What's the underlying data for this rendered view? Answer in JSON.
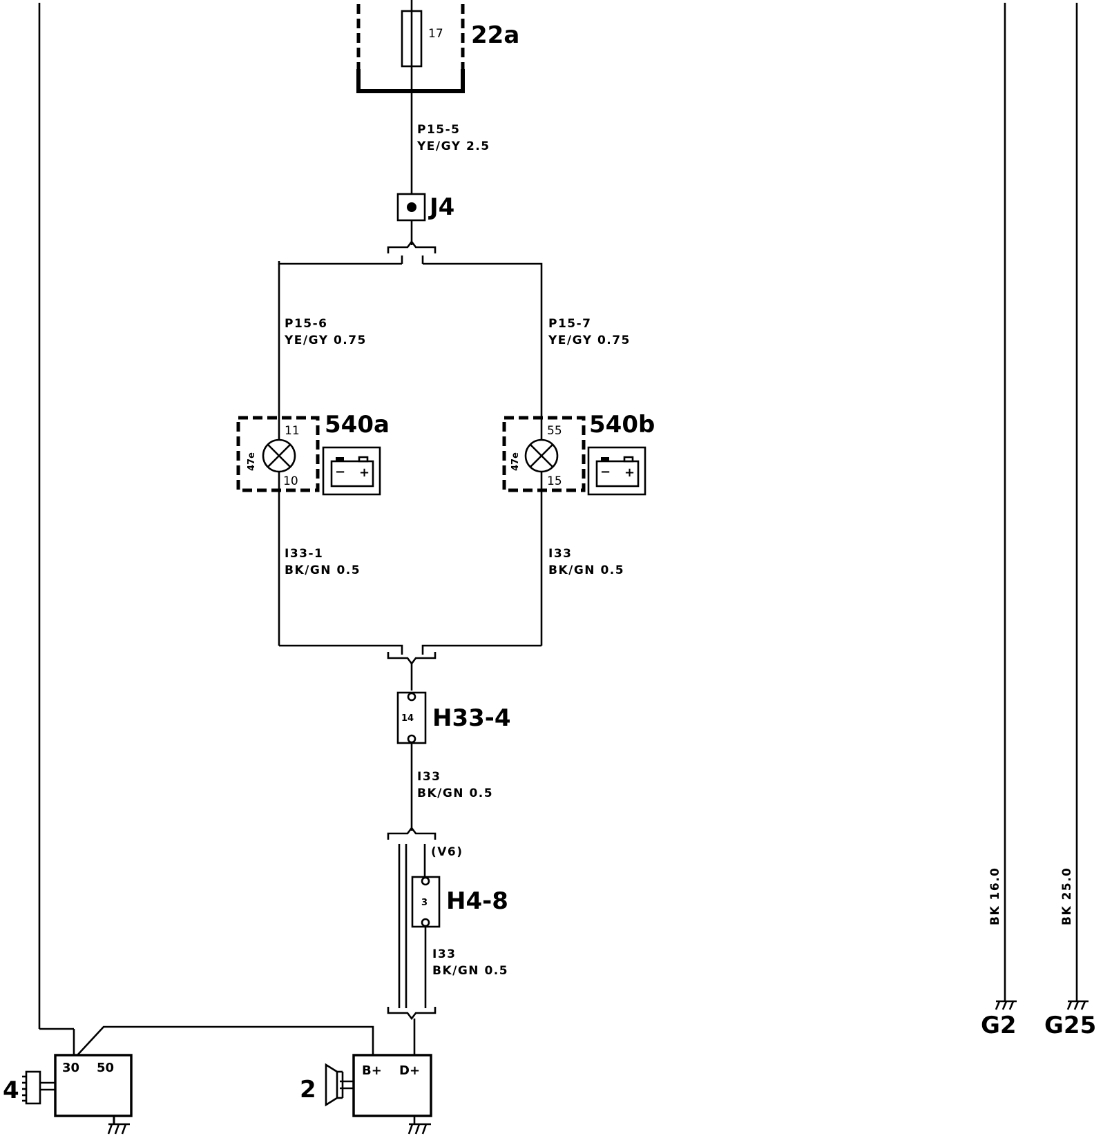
{
  "fuse": {
    "number": "17",
    "label": "22a"
  },
  "wire_p15_5": {
    "id": "P15-5",
    "spec": "YE/GY  2.5"
  },
  "junction": {
    "label": "J4"
  },
  "wire_p15_6": {
    "id": "P15-6",
    "spec": "YE/GY  0.75"
  },
  "wire_p15_7": {
    "id": "P15-7",
    "spec": "YE/GY  0.75"
  },
  "lamp_a": {
    "label": "540a",
    "pin_top": "11",
    "pin_bottom": "10",
    "side_code": "47e"
  },
  "lamp_b": {
    "label": "540b",
    "pin_top": "55",
    "pin_bottom": "15",
    "side_code": "47e"
  },
  "battery_icon": {
    "minus": "−",
    "plus": "+"
  },
  "wire_i33_1": {
    "id": "I33-1",
    "spec": "BK/GN  0.5"
  },
  "wire_i33_b": {
    "id": "I33",
    "spec": "BK/GN  0.5"
  },
  "connector_h33": {
    "pin": "14",
    "label": "H33-4"
  },
  "wire_i33_c": {
    "id": "I33",
    "spec": "BK/GN  0.5"
  },
  "variant_note": "(V6)",
  "connector_h4": {
    "pin": "3",
    "label": "H4-8"
  },
  "wire_i33_d": {
    "id": "I33",
    "spec": "BK/GN  0.5"
  },
  "ground_wire_g2": {
    "spec": "BK  16.0",
    "label": "G2"
  },
  "ground_wire_g25": {
    "spec": "BK  25.0",
    "label": "G25"
  },
  "starter": {
    "number": "4",
    "terminal_30": "30",
    "terminal_50": "50"
  },
  "alternator": {
    "number": "2",
    "terminal_b": "B+",
    "terminal_d": "D+"
  }
}
